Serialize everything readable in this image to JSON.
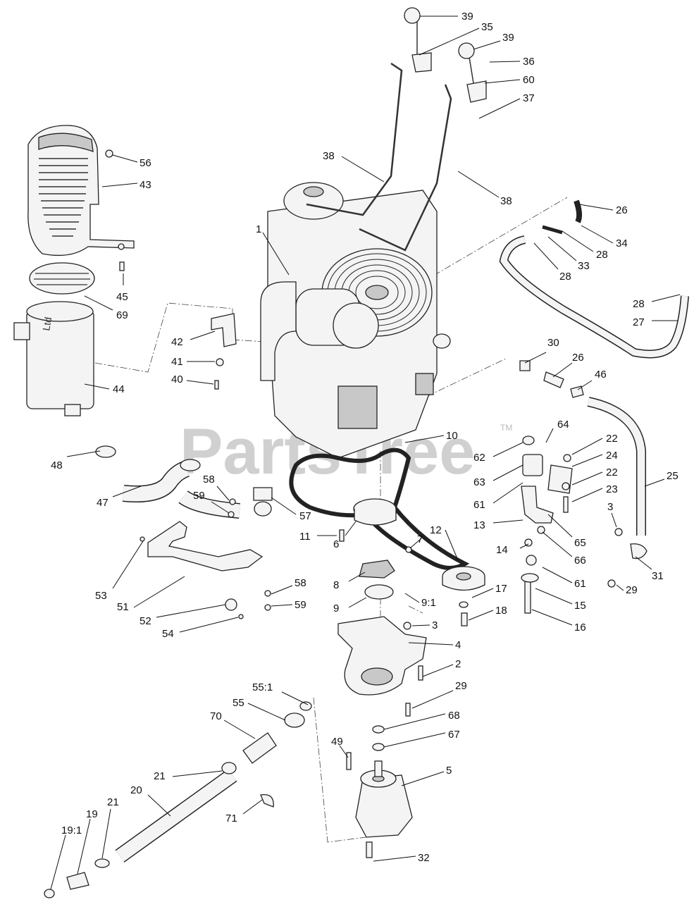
{
  "watermark": {
    "text": "PartsTree",
    "trademark": "TM"
  },
  "callouts": [
    "39",
    "35",
    "39",
    "36",
    "60",
    "37",
    "38",
    "38",
    "56",
    "43",
    "45",
    "69",
    "42",
    "41",
    "40",
    "44",
    "1",
    "26",
    "34",
    "28",
    "33",
    "28",
    "28",
    "27",
    "30",
    "26",
    "46",
    "25",
    "48",
    "47",
    "58",
    "59",
    "57",
    "10",
    "62",
    "64",
    "22",
    "24",
    "22",
    "23",
    "63",
    "61",
    "13",
    "3",
    "65",
    "66",
    "31",
    "29",
    "11",
    "7",
    "6",
    "12",
    "14",
    "61",
    "8",
    "17",
    "15",
    "9",
    "9:1",
    "18",
    "16",
    "53",
    "58",
    "51",
    "59",
    "52",
    "54",
    "3",
    "4",
    "2",
    "55:1",
    "29",
    "55",
    "68",
    "70",
    "67",
    "49",
    "5",
    "21",
    "20",
    "21",
    "71",
    "19",
    "19:1",
    "32"
  ]
}
